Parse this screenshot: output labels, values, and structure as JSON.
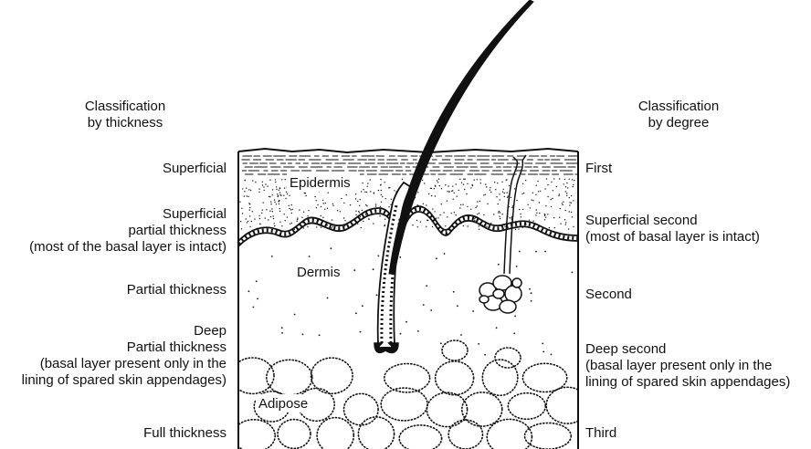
{
  "headers": {
    "left": [
      "Classification",
      "by thickness"
    ],
    "right": [
      "Classification",
      "by degree"
    ]
  },
  "left_labels": {
    "superficial": [
      "Superficial"
    ],
    "superficial_partial": [
      "Superficial",
      "partial thickness",
      "(most of the basal layer is intact)"
    ],
    "partial": [
      "Partial thickness"
    ],
    "deep_partial": [
      "Deep",
      "Partial thickness",
      "(basal layer present only in the",
      "lining of spared skin appendages)"
    ],
    "full": [
      "Full thickness"
    ]
  },
  "right_labels": {
    "first": [
      "First"
    ],
    "superficial_second": [
      "Superficial second",
      "(most of basal layer is intact)"
    ],
    "second": [
      "Second"
    ],
    "deep_second": [
      "Deep second",
      "(basal layer present only in the",
      "lining of spared skin appendages)"
    ],
    "third": [
      "Third"
    ]
  },
  "layers": {
    "epidermis": "Epidermis",
    "dermis": "Dermis",
    "adipose": "Adipose"
  },
  "colors": {
    "ink": "#111111",
    "background": "#ffffff"
  }
}
